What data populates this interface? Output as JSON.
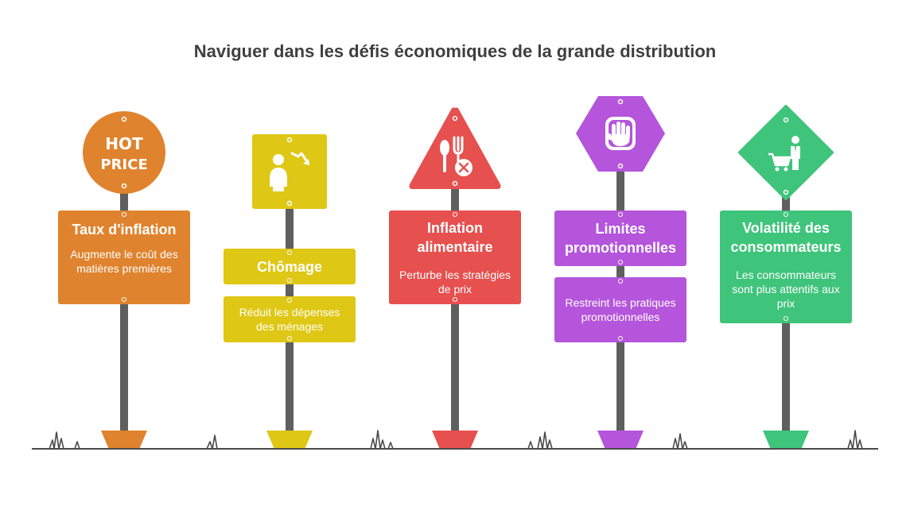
{
  "title": "Naviguer dans les défis économiques de la grande distribution",
  "colors": {
    "orange": "#e0832e",
    "yellow": "#dfc715",
    "red": "#e6504f",
    "purple": "#b455dc",
    "green": "#3fc47b",
    "pole": "#5f5f5f"
  },
  "signs": [
    {
      "title": "Taux d'inflation",
      "desc": "Augmente le coût des matières premières",
      "icon": "hot-price-icon",
      "icon_text_1": "HOT",
      "icon_text_2": "PRICE"
    },
    {
      "title": "Chômage",
      "desc": "Réduit les dépenses des ménages",
      "icon": "person-decline-icon"
    },
    {
      "title": "Inflation alimentaire",
      "desc": "Perturbe les stratégies de prix",
      "icon": "utensils-cancel-icon"
    },
    {
      "title": "Limites promotionnelles",
      "desc": "Restreint les pratiques promotionnelles",
      "icon": "stop-hand-icon"
    },
    {
      "title": "Volatilité des consommateurs",
      "desc": "Les consommateurs sont plus attentifs aux prix",
      "icon": "shopper-cart-icon"
    }
  ]
}
